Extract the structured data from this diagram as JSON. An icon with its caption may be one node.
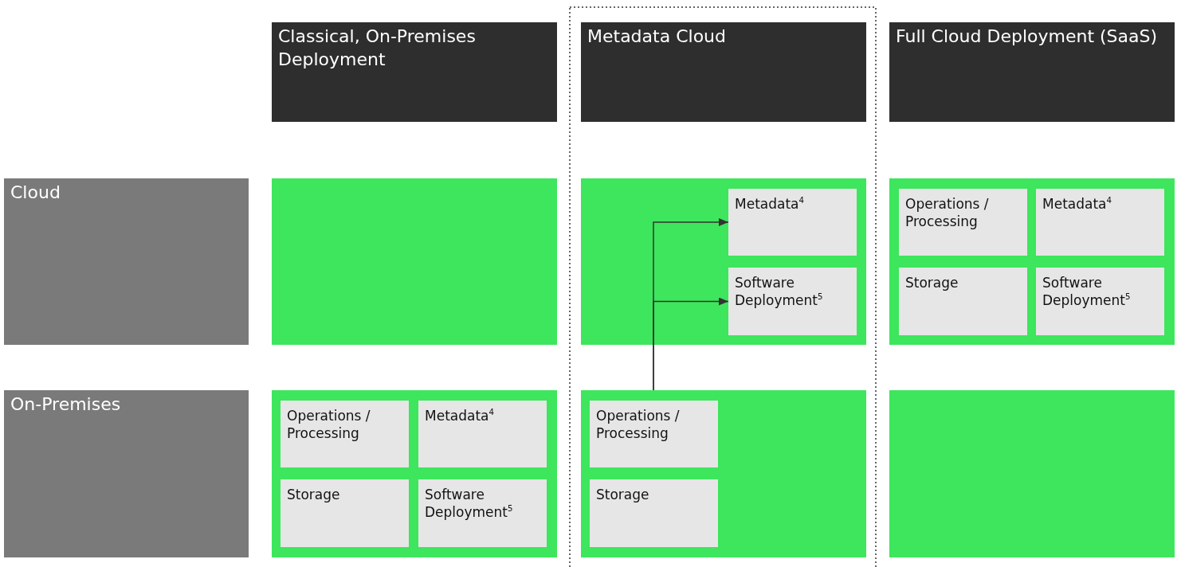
{
  "diagram": {
    "nodes": [
      {
        "text": [
          "Classical, On-Premises Deployment"
        ]
      },
      {
        "text": [
          "Metadata Cloud"
        ]
      },
      {
        "text": [
          "Full Cloud Deployment (SaaS)"
        ]
      },
      {
        "text": [
          "Cloud"
        ]
      },
      {
        "text": [],
        "shape": "box"
      },
      {
        "text": [],
        "shape": "box"
      },
      {
        "text": [
          "Metadata$^{4}$"
        ],
        "in": 5
      },
      {
        "text": [
          "Software Deployment$^{5}$"
        ],
        "in": 5
      },
      {
        "text": [],
        "shape": "box"
      },
      {
        "text": [
          "Operations / Processing"
        ],
        "in": 8
      },
      {
        "text": [
          "Metadata$^{4}$"
        ],
        "in": 8
      },
      {
        "text": [
          "Storage"
        ],
        "in": 8
      },
      {
        "text": [
          "Software Deployment$^{5}$"
        ],
        "in": 8
      },
      {
        "text": [
          "On-Premises"
        ]
      },
      {
        "text": [],
        "shape": "box"
      },
      {
        "text": [
          "Operations / Processing"
        ],
        "in": 14
      },
      {
        "text": [
          "Metadata$^{4}$"
        ],
        "in": 14
      },
      {
        "text": [
          "Storage"
        ],
        "in": 14
      },
      {
        "text": [
          "Software Deployment$^{5}$"
        ],
        "in": 14
      },
      {
        "text": [],
        "shape": "box"
      },
      {
        "text": [
          "Operations / Processing"
        ],
        "in": 19
      },
      {
        "text": [
          "Storage"
        ],
        "in": 19
      },
      {
        "text": [],
        "shape": "box"
      }
    ],
    "edges": [
      {
        "from": 19,
        "to": 6,
        "arrow": "to"
      },
      {
        "from": 19,
        "to": 7,
        "arrow": "to"
      }
    ]
  }
}
